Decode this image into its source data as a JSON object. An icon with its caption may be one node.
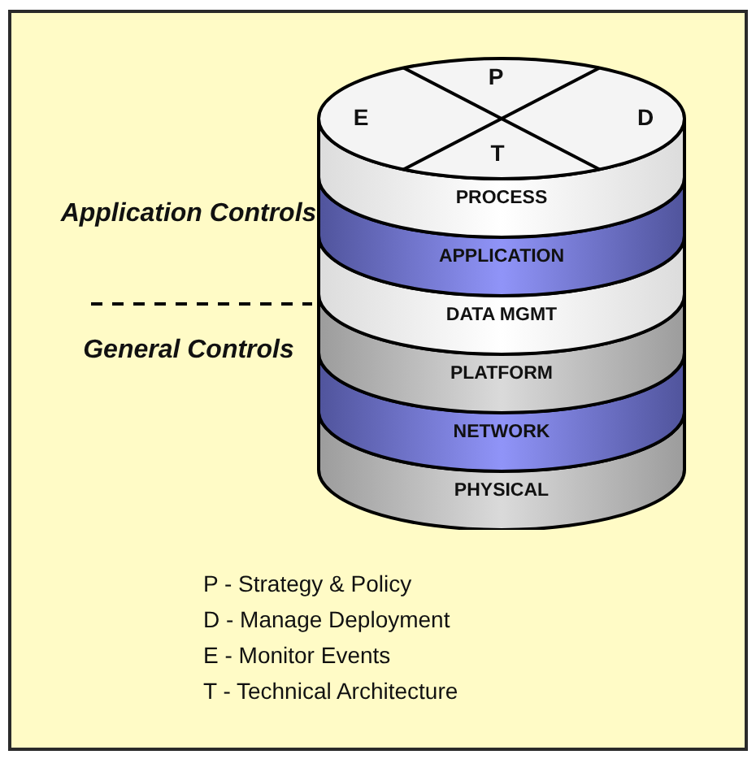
{
  "diagram": {
    "nodes": [
      {
        "text": [
          "P",
          "E",
          "D",
          "T"
        ]
      },
      {
        "text": [
          "PROCESS"
        ]
      },
      {
        "text": [
          "APPLICATION"
        ]
      },
      {
        "text": [
          "DATA MGMT"
        ]
      },
      {
        "text": [
          "PLATFORM"
        ]
      },
      {
        "text": [
          "NETWORK"
        ]
      },
      {
        "text": [
          "PHYSICAL"
        ]
      }
    ],
    "labels": [
      "Application Controls",
      "General Controls",
      "P - Strategy & Policy",
      "D - Manage Deployment",
      "E - Monitor Events",
      "T - Technical Architecture"
    ]
  }
}
